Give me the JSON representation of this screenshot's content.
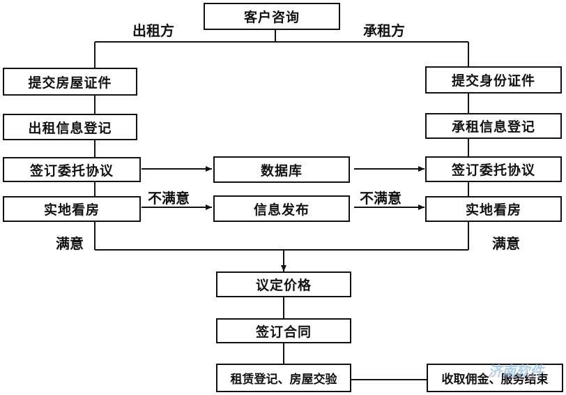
{
  "top": {
    "consult": "客户咨询"
  },
  "labels": {
    "lessor": "出租方",
    "lessee": "承租方",
    "unsatisfied_left": "不满意",
    "unsatisfied_right": "不满意",
    "satisfied_left": "满意",
    "satisfied_right": "满意"
  },
  "left": {
    "submit": "提交房屋证件",
    "register": "出租信息登记",
    "sign": "签订委托协议",
    "inspect": "实地看房"
  },
  "middle": {
    "database": "数据库",
    "publish": "信息发布"
  },
  "right": {
    "submit": "提交身份证件",
    "register": "承租信息登记",
    "sign": "签订委托协议",
    "inspect": "实地看房"
  },
  "bottom": {
    "price": "议定价格",
    "contract": "签订合同",
    "lease": "租赁登记、房屋交验",
    "commission": "收取佣金、服务结束"
  },
  "watermark": "济南软件"
}
